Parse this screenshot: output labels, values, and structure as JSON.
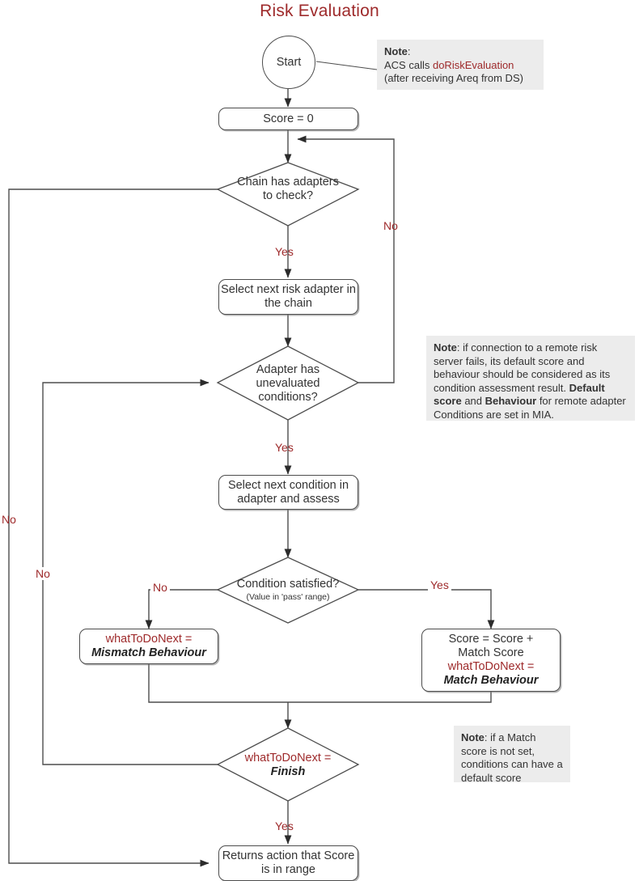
{
  "title": "Risk Evaluation",
  "colors": {
    "title": "#9e2a2b",
    "accent_red": "#9e2a2b",
    "node_border": "#4d4d4d",
    "note_bg": "#ececec",
    "text": "#333333"
  },
  "chart_data": {
    "type": "diagram",
    "diagram_kind": "flowchart",
    "title": "Risk Evaluation",
    "nodes": [
      {
        "id": "start",
        "shape": "circle",
        "label": "Start"
      },
      {
        "id": "score0",
        "shape": "process",
        "label": "Score = 0"
      },
      {
        "id": "chain",
        "shape": "decision",
        "label": "Chain has adapters to check?"
      },
      {
        "id": "selectadapter",
        "shape": "process",
        "label": "Select next risk adapter in the chain"
      },
      {
        "id": "adapter",
        "shape": "decision",
        "label": "Adapter has unevaluated conditions?"
      },
      {
        "id": "selectcondition",
        "shape": "process",
        "label": "Select next condition in adapter and assess"
      },
      {
        "id": "condsat",
        "shape": "decision",
        "label": "Condition satisfied? (Value in 'pass' range)"
      },
      {
        "id": "mismatch",
        "shape": "process",
        "label": "whatToDoNext = Mismatch Behaviour"
      },
      {
        "id": "match",
        "shape": "process",
        "label": "Score = Score + Match Score whatToDoNext = Match Behaviour"
      },
      {
        "id": "finishq",
        "shape": "decision",
        "label": "whatToDoNext = Finish"
      },
      {
        "id": "return",
        "shape": "process",
        "label": "Returns action that Score is in range"
      }
    ],
    "edges": [
      {
        "from": "start",
        "to": "score0",
        "label": ""
      },
      {
        "from": "score0",
        "to": "chain",
        "label": ""
      },
      {
        "from": "chain",
        "to": "selectadapter",
        "label": "Yes"
      },
      {
        "from": "chain",
        "to": "return",
        "label": "No"
      },
      {
        "from": "selectadapter",
        "to": "adapter",
        "label": ""
      },
      {
        "from": "adapter",
        "to": "selectcondition",
        "label": "Yes"
      },
      {
        "from": "adapter",
        "to": "chain",
        "label": "No"
      },
      {
        "from": "selectcondition",
        "to": "condsat",
        "label": ""
      },
      {
        "from": "condsat",
        "to": "mismatch",
        "label": "No"
      },
      {
        "from": "condsat",
        "to": "match",
        "label": "Yes"
      },
      {
        "from": "mismatch",
        "to": "finishq",
        "label": ""
      },
      {
        "from": "match",
        "to": "finishq",
        "label": ""
      },
      {
        "from": "finishq",
        "to": "return",
        "label": "Yes"
      },
      {
        "from": "finishq",
        "to": "adapter",
        "label": "No"
      }
    ]
  },
  "nodes": {
    "start": {
      "label": "Start"
    },
    "score0": {
      "label": "Score = 0"
    },
    "chain": {
      "line1": "Chain has adapters",
      "line2": "to check?"
    },
    "select_adapter": {
      "line1": "Select next risk adapter in",
      "line2": "the chain"
    },
    "adapter": {
      "line1": "Adapter has",
      "line2": "unevaluated",
      "line3": "conditions?"
    },
    "select_condition": {
      "line1": "Select next condition in",
      "line2": "adapter and assess"
    },
    "condition_satisfied": {
      "line1": "Condition satisfied?",
      "line2": "(Value in 'pass' range)"
    },
    "mismatch": {
      "line1": "whatToDoNext =",
      "line2": "Mismatch Behaviour"
    },
    "match": {
      "line1": "Score = Score +",
      "line2": "Match Score",
      "line3": "whatToDoNext =",
      "line4": "Match Behaviour"
    },
    "finish_check": {
      "line1": "whatToDoNext =",
      "line2": "Finish"
    },
    "return_action": {
      "line1": "Returns action that Score",
      "line2": "is in range"
    }
  },
  "edge_labels": {
    "chain_yes": "Yes",
    "chain_no": "No",
    "adapter_yes": "Yes",
    "adapter_no": "No",
    "cond_no": "No",
    "cond_yes": "Yes",
    "finish_yes": "Yes",
    "finish_no": "No"
  },
  "notes": {
    "note1": {
      "bold": "Note",
      "after_bold": ":",
      "line2_pre": "ACS calls ",
      "line2_red": "doRiskEvaluation",
      "line3": "(after receiving Areq from DS)"
    },
    "note2": {
      "bold": "Note",
      "t1": ": if connection to a remote risk server fails, its default score and behaviour should be considered as its condition assessment result.",
      "b2": "Default score",
      "t2": " and ",
      "b3": "Behaviour",
      "t3": " for remote adapter Conditions are set in MIA."
    },
    "note3": {
      "bold": "Note",
      "text": ": if a Match score is not set, conditions can have a default score"
    }
  }
}
